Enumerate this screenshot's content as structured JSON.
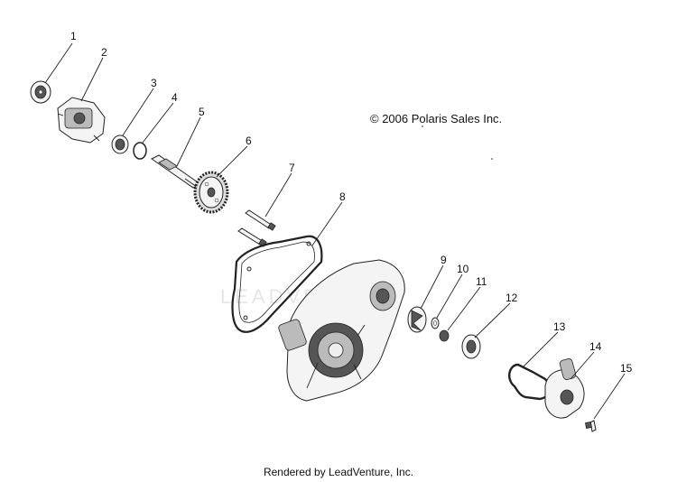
{
  "copyright": "© 2006 Polaris Sales Inc.",
  "footer": "Rendered by LeadVenture, Inc.",
  "watermark": "LEADVENTURE",
  "callouts": [
    {
      "id": "1",
      "label": "1"
    },
    {
      "id": "2",
      "label": "2"
    },
    {
      "id": "3",
      "label": "3"
    },
    {
      "id": "4",
      "label": "4"
    },
    {
      "id": "5",
      "label": "5"
    },
    {
      "id": "6",
      "label": "6"
    },
    {
      "id": "7",
      "label": "7"
    },
    {
      "id": "8",
      "label": "8"
    },
    {
      "id": "9",
      "label": "9"
    },
    {
      "id": "10",
      "label": "10"
    },
    {
      "id": "11",
      "label": "11"
    },
    {
      "id": "12",
      "label": "12"
    },
    {
      "id": "13",
      "label": "13"
    },
    {
      "id": "14",
      "label": "14"
    },
    {
      "id": "15",
      "label": "15"
    }
  ]
}
